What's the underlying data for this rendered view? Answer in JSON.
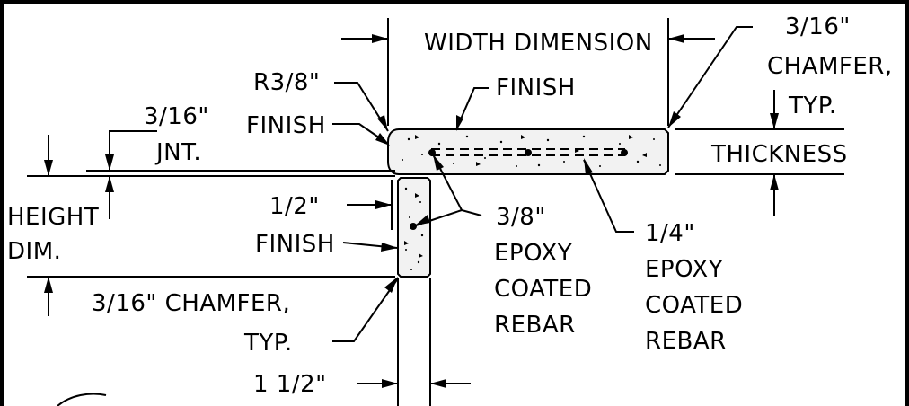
{
  "labels": {
    "width_dimension": "WIDTH DIMENSION",
    "finish_top": "FINISH",
    "r38": "R3/8\"",
    "finish_left": "FINISH",
    "jnt_316": "3/16\"",
    "jnt": "JNT.",
    "height": "HEIGHT",
    "dim": "DIM.",
    "half": "1/2\"",
    "finish_lower": "FINISH",
    "chamfer_right_1": "3/16\"",
    "chamfer_right_2": "CHAMFER,",
    "chamfer_right_3": "TYP.",
    "thickness": "THICKNESS",
    "rebar38_1": "3/8\"",
    "rebar38_2": "EPOXY",
    "rebar38_3": "COATED",
    "rebar38_4": "REBAR",
    "rebar14_1": "1/4\"",
    "rebar14_2": "EPOXY",
    "rebar14_3": "COATED",
    "rebar14_4": "REBAR",
    "chamfer_bottom_1": "3/16\" CHAMFER,",
    "chamfer_bottom_2": "TYP.",
    "one_half": "1 1/2\""
  }
}
